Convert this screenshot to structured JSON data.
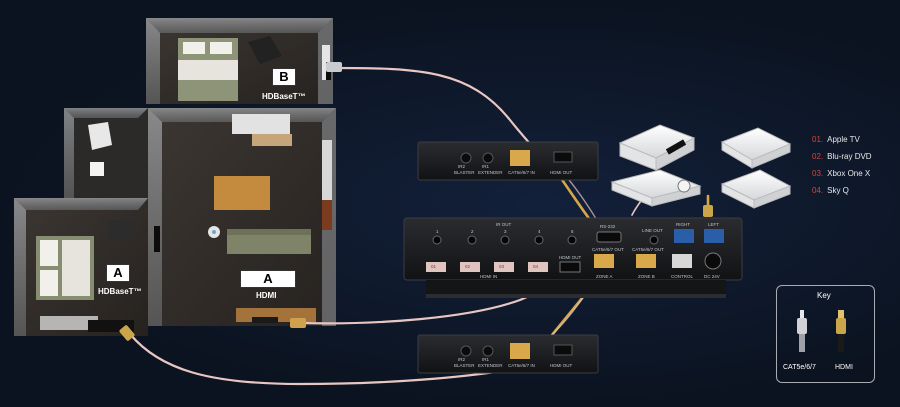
{
  "sources": [
    {
      "num": "01.",
      "label": "Apple TV"
    },
    {
      "num": "02.",
      "label": "Blu-ray DVD"
    },
    {
      "num": "03.",
      "label": "Xbox One X"
    },
    {
      "num": "04.",
      "label": "Sky Q"
    }
  ],
  "rooms": {
    "room_b": {
      "tag": "B",
      "label": "HDBaseT™"
    },
    "room_a_small": {
      "tag": "A",
      "label": "HDBaseT™"
    },
    "room_a_main": {
      "tag": "A",
      "label": "HDMI"
    }
  },
  "key": {
    "title": "Key",
    "cat_label": "CAT5e/6/7",
    "hdmi_label": "HDMI"
  },
  "receiver": {
    "ir2": "IR2",
    "ir1": "IR1",
    "blaster": "BLASTER",
    "extender": "EXTENDER",
    "cat_in": "CAT5e/6/7 IN",
    "hdmi_out": "HDMI OUT"
  },
  "matrix": {
    "ir_out": "IR OUT",
    "ir_nums": [
      "1",
      "2",
      "3",
      "4",
      "5"
    ],
    "rs232": "RS-232",
    "line_out": "LINE OUT",
    "right": "RIGHT",
    "left": "LEFT",
    "hdmi_in_nums": [
      "01",
      "02",
      "03",
      "04"
    ],
    "hdmi_in": "HDMI IN",
    "hdmi_out": "HDMI OUT",
    "zone_a": "ZONE A",
    "zone_b": "ZONE B",
    "cat_out": "CAT5e/6/7 OUT",
    "control": "CONTROL",
    "dc": "DC 24V"
  },
  "colors": {
    "background": "#0b1320",
    "accent_red": "#e0402e",
    "cable_pink": "#e8c7c3",
    "cable_gold": "#d6a64a"
  }
}
